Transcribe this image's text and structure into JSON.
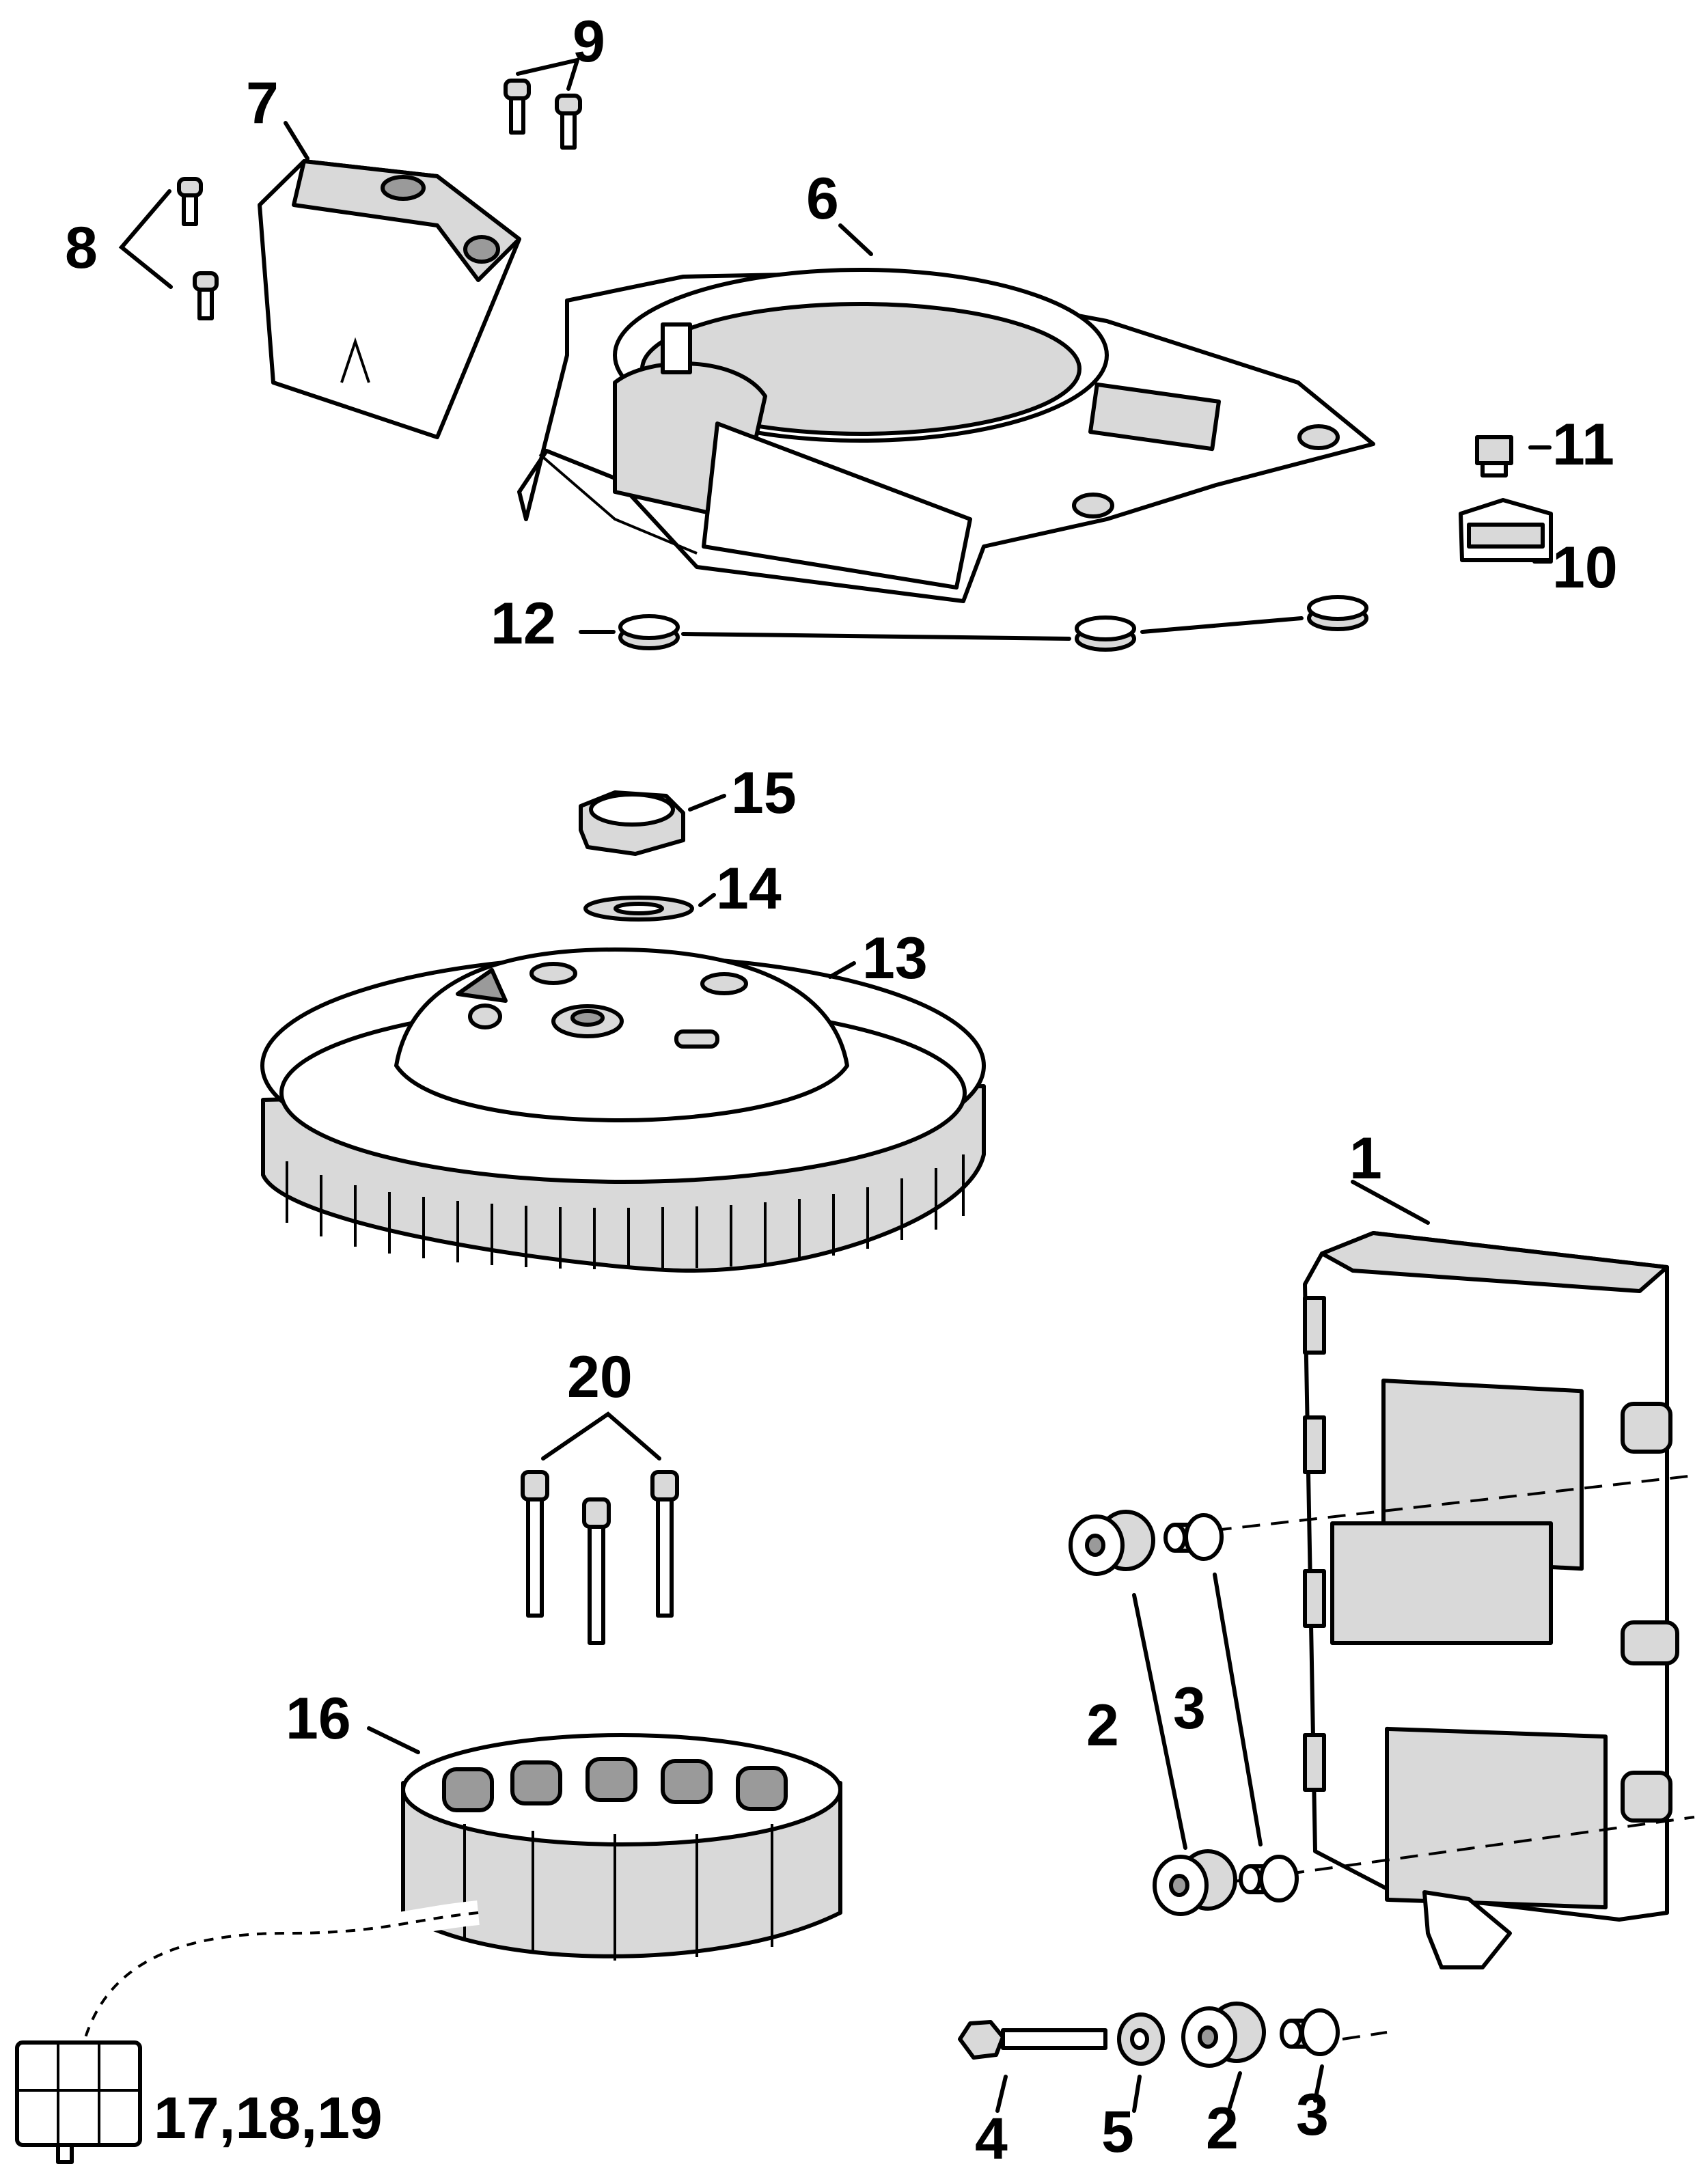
{
  "callouts": {
    "c1": "1",
    "c2a": "2",
    "c2b": "2",
    "c3a": "3",
    "c3b": "3",
    "c4": "4",
    "c5": "5",
    "c6": "6",
    "c7": "7",
    "c8": "8",
    "c9": "9",
    "c10": "10",
    "c11": "11",
    "c12": "12",
    "c13": "13",
    "c14": "14",
    "c15": "15",
    "c16": "16",
    "c17": "17,18,19",
    "c20": "20"
  },
  "colors": {
    "ink": "#000000",
    "shade_light": "#d9d9d9",
    "shade_dark": "#9a9a9a",
    "background": "#ffffff"
  }
}
